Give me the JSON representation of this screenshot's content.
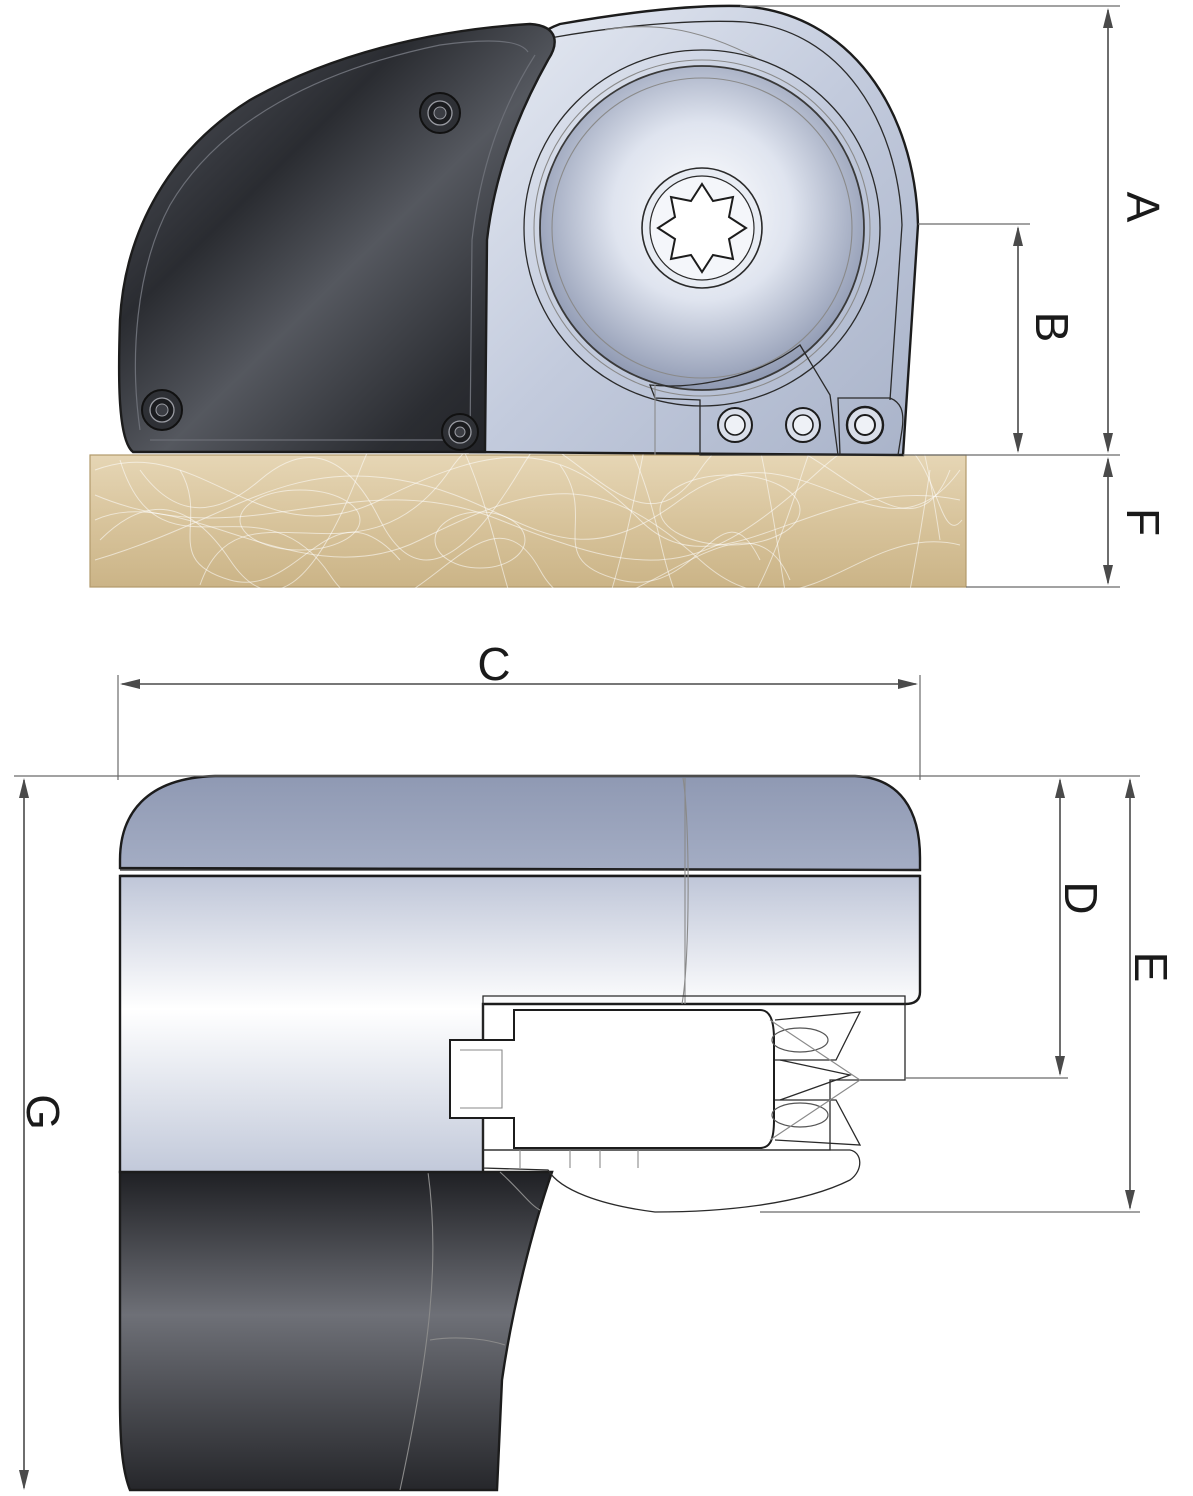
{
  "dimensions": {
    "a": "A",
    "b": "B",
    "c": "C",
    "d": "D",
    "e": "E",
    "f": "F",
    "g": "G"
  },
  "colors": {
    "dark_cover": "#2b2d33",
    "housing_silver": "#c9d0e0",
    "housing_top": "#99a3bb",
    "deck_wood": "#dcc9a4",
    "outline": "#1c1c1c"
  }
}
